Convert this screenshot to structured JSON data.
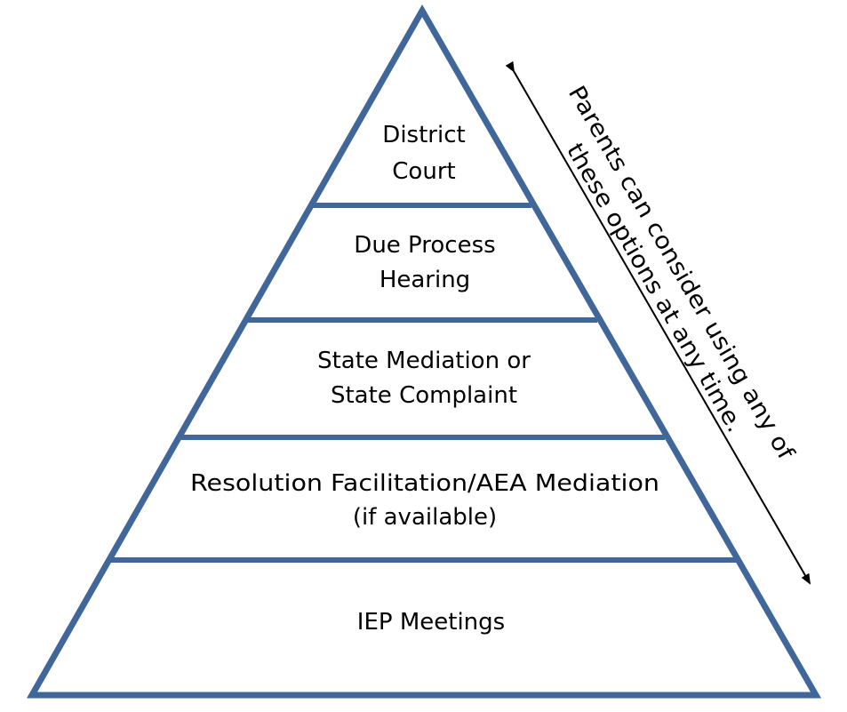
{
  "pyramid": {
    "stroke_color": "#41679a",
    "levels": [
      {
        "line1": "District",
        "line2": "Court"
      },
      {
        "line1": "Due Process",
        "line2": "Hearing"
      },
      {
        "line1": "State Mediation or",
        "line2": "State Complaint"
      },
      {
        "line1": "Resolution Facilitation/AEA Mediation",
        "line2": "(if available)"
      },
      {
        "line1": "IEP Meetings",
        "line2": ""
      }
    ]
  },
  "side_note": {
    "line1": "Parents can consider using any of",
    "line2": "these options at any time."
  }
}
